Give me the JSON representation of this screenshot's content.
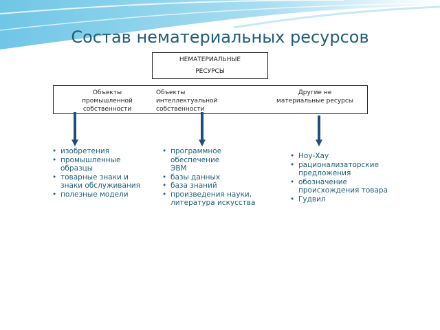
{
  "title": "Состав нематериальных ресурсов",
  "root": {
    "line1": "НЕМАТЕРИАЛЬНЫЕ",
    "line2": "РЕСУРСЫ"
  },
  "categories": [
    {
      "lines": [
        "Объекты",
        "промышленной",
        "собственности"
      ]
    },
    {
      "lines": [
        "Объекты",
        "интеллектуальной",
        "собственности"
      ]
    },
    {
      "lines": [
        "Другие не",
        "материальные ресурсы"
      ]
    }
  ],
  "lists": [
    {
      "items": [
        "изобретения",
        "промышленные образцы",
        "товарные знаки и знаки обслуживания",
        "полезные модели"
      ]
    },
    {
      "items": [
        "программное обеспечение ЭВМ",
        "базы данных",
        "база знаний",
        "произведения науки, литература искусства"
      ]
    },
    {
      "items": [
        "Ноу-Хау",
        "рационализаторские предложения",
        "обозначение происхождения товара",
        "Гудвил"
      ]
    }
  ],
  "colors": {
    "arrow": "#1f4e79",
    "text_accent": "#1f5d78",
    "header_wave": "#4fb3d9"
  }
}
